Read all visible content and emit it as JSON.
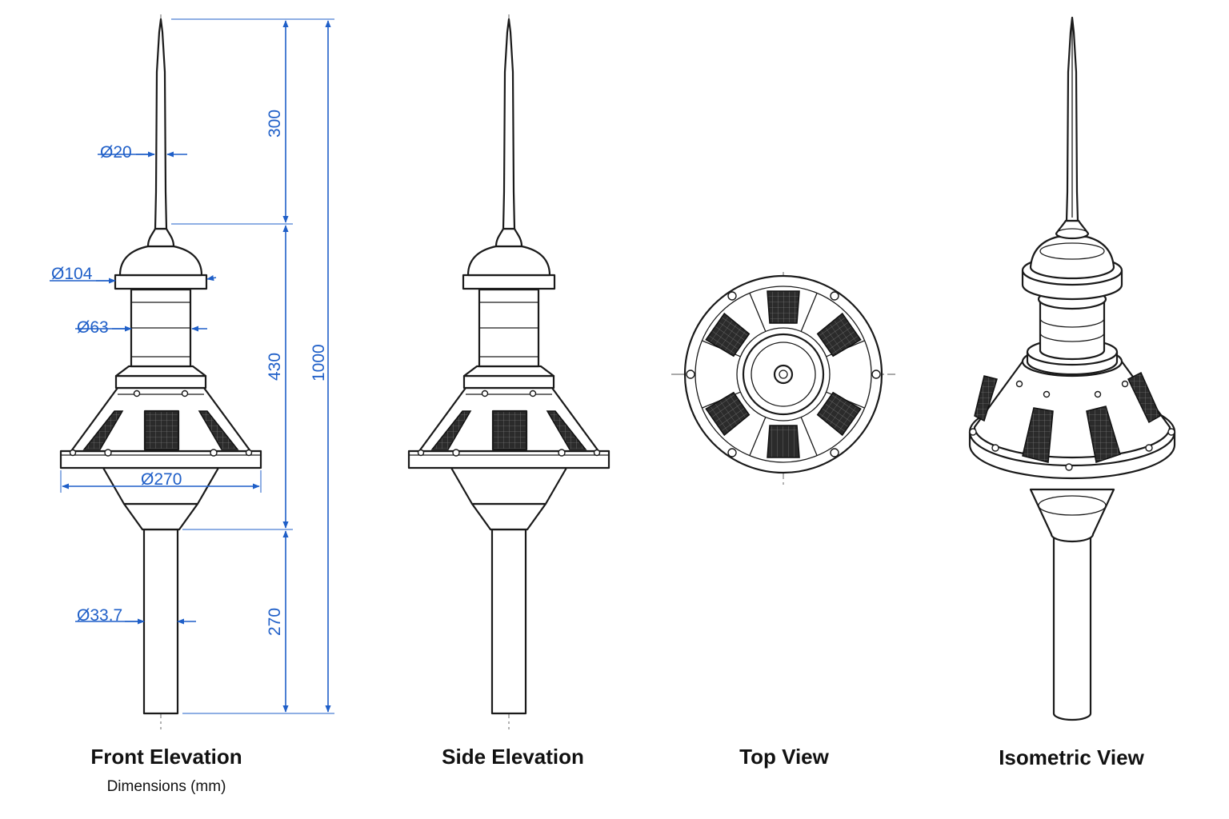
{
  "views": {
    "front": {
      "caption": "Front Elevation",
      "subcaption": "Dimensions (mm)"
    },
    "side": {
      "caption": "Side Elevation"
    },
    "top": {
      "caption": "Top View"
    },
    "iso": {
      "caption": "Isometric View"
    }
  },
  "dimensions": {
    "tip_diameter": "Ø20",
    "cap_diameter": "Ø104",
    "neck_diameter": "Ø63",
    "base_diameter": "Ø270",
    "stem_diameter": "Ø33.7",
    "tip_length": "300",
    "body_length": "430",
    "stem_length": "270",
    "overall_length": "1000"
  },
  "colors": {
    "ink": "#1a1a1a",
    "dimension": "#1f5fc8",
    "panel": "#2b2b2b"
  }
}
